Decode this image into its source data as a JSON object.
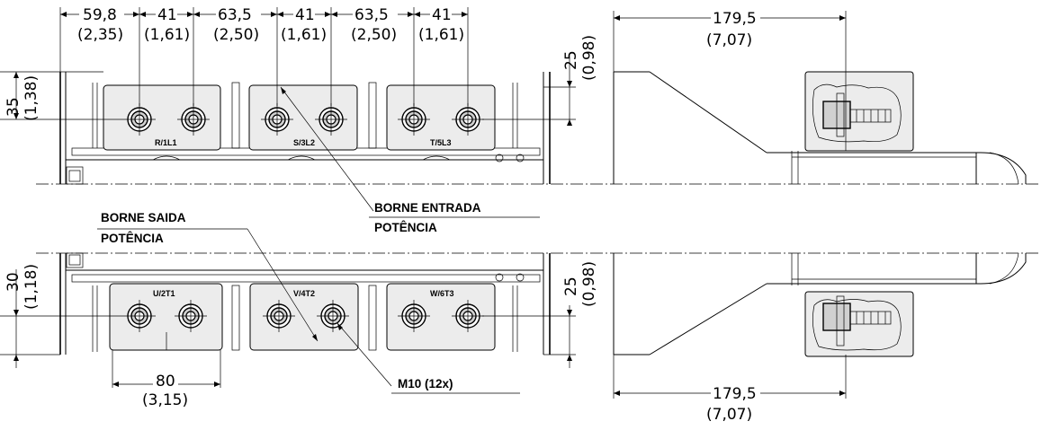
{
  "dimensions": {
    "top_spacing_1": "59,8",
    "top_spacing_1_in": "(2,35)",
    "top_pitch_1": "41",
    "top_pitch_1_in": "(1,61)",
    "top_spacing_2": "63,5",
    "top_spacing_2_in": "(2,50)",
    "top_pitch_2": "41",
    "top_pitch_2_in": "(1,61)",
    "top_spacing_3": "63,5",
    "top_spacing_3_in": "(2,50)",
    "top_pitch_3": "41",
    "top_pitch_3_in": "(1,61)",
    "left_top_height": "35",
    "left_top_height_in": "(1,38)",
    "right_top_height": "25",
    "right_top_height_in": "(0,98)",
    "left_bottom_height": "30",
    "left_bottom_height_in": "(1,18)",
    "right_bottom_height": "25",
    "right_bottom_height_in": "(0,98)",
    "bottom_pitch": "80",
    "bottom_pitch_in": "(3,15)",
    "side_depth_top": "179,5",
    "side_depth_top_in": "(7,07)",
    "side_depth_bottom": "179,5",
    "side_depth_bottom_in": "(7,07)"
  },
  "callouts": {
    "input_line1": "BORNE ENTRADA",
    "input_line2": "POTÊNCIA",
    "output_line1": "BORNE SAIDA",
    "output_line2": "POTÊNCIA",
    "bolt": "M10 (12x)"
  },
  "terminals": {
    "input": [
      "R/1L1",
      "S/3L2",
      "T/5L3"
    ],
    "output": [
      "U/2T1",
      "V/4T2",
      "W/6T3"
    ]
  }
}
